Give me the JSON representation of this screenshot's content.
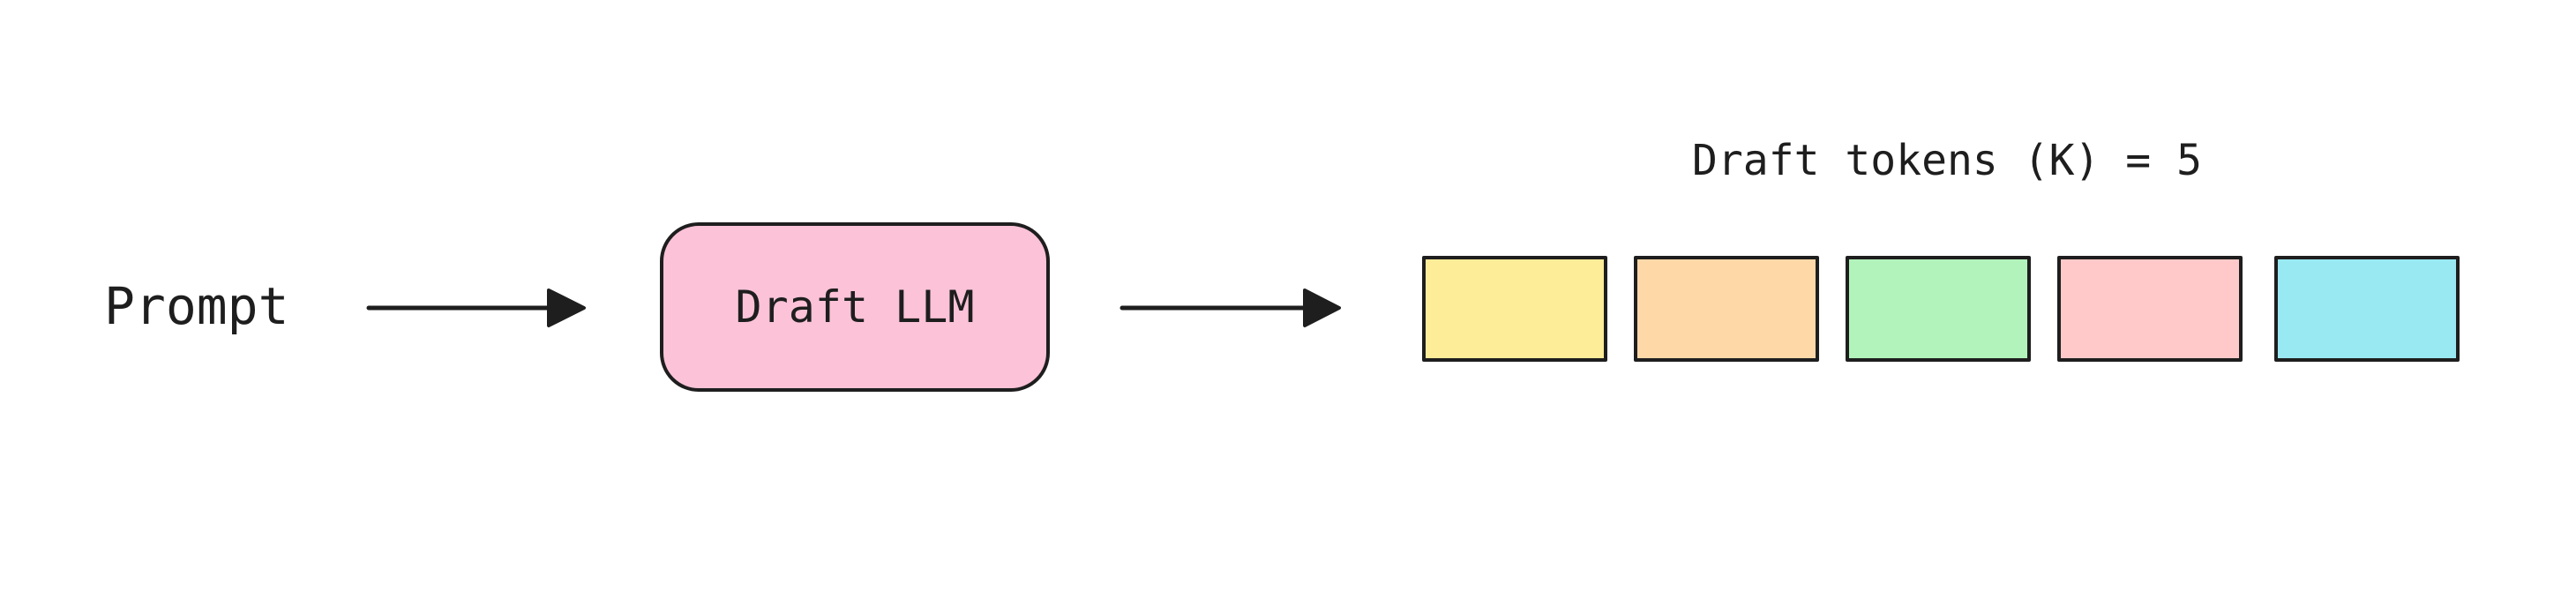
{
  "prompt": {
    "label": "Prompt"
  },
  "draft_model": {
    "label": "Draft LLM",
    "fill": "#fbc2d8"
  },
  "tokens": {
    "label": "Draft tokens (K) = 5",
    "colors": [
      "#fdec98",
      "#ffd8a8",
      "#b2f2bb",
      "#ffc9c9",
      "#99e9f2"
    ]
  },
  "stroke_color": "#1e1e1e"
}
